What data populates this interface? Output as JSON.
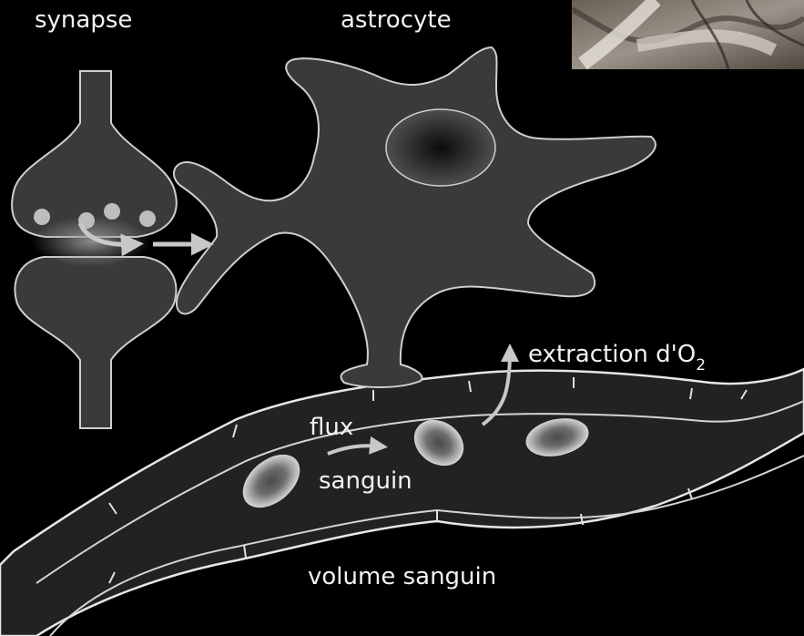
{
  "labels": {
    "synapse": "synapse",
    "astrocyte": "astrocyte",
    "extraction_main": "extraction d'O",
    "extraction_sub": "2",
    "flux": "flux",
    "sanguin": "sanguin",
    "volume": "volume sanguin"
  },
  "colors": {
    "background": "#000000",
    "cell_fill": "#3a3a3a",
    "cell_outline": "#cfcfcf",
    "vessel_wall": "#e6e6e6",
    "arrow": "#c8c8c8",
    "text": "#f2f2f2"
  }
}
